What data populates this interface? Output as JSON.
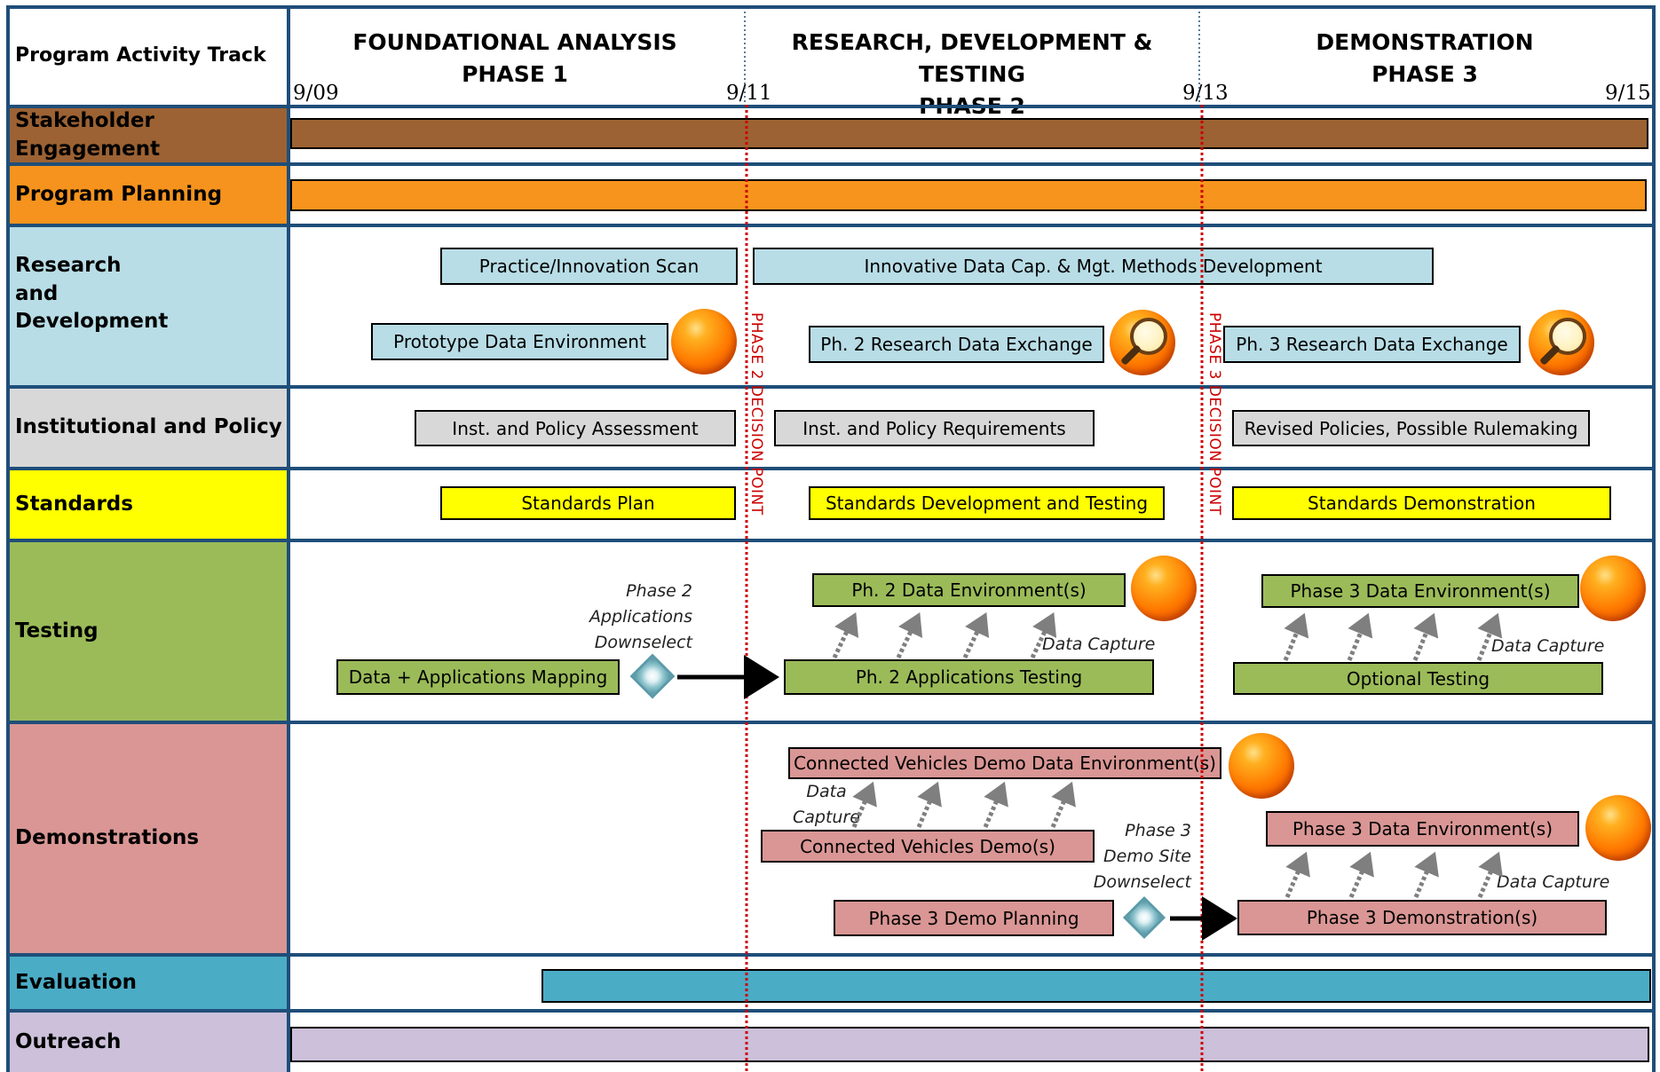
{
  "header": {
    "track_label": "Program Activity Track",
    "phases": [
      {
        "line1": "FOUNDATIONAL ANALYSIS",
        "line2": "PHASE 1"
      },
      {
        "line1": "RESEARCH, DEVELOPMENT & TESTING",
        "line2": "PHASE 2"
      },
      {
        "line1": "DEMONSTRATION",
        "line2": "PHASE 3"
      }
    ],
    "dates": [
      "9/09",
      "9/11",
      "9/13",
      "9/15"
    ]
  },
  "decision_points": [
    "PHASE 2 DECISION POINT",
    "PHASE 3 DECISION POINT"
  ],
  "tracks": [
    {
      "label": "Stakeholder Engagement",
      "color": "#9c6233"
    },
    {
      "label": "Program Planning",
      "color": "#f5931e"
    },
    {
      "label": "Research and Development",
      "color": "#b8dde6"
    },
    {
      "label": "Institutional and Policy",
      "color": "#d8d8d8"
    },
    {
      "label": "Standards",
      "color": "#ffff00"
    },
    {
      "label": "Testing",
      "color": "#9bbb59"
    },
    {
      "label": "Demonstrations",
      "color": "#d99694"
    },
    {
      "label": "Evaluation",
      "color": "#4bacc6"
    },
    {
      "label": "Outreach",
      "color": "#ccc0da"
    }
  ],
  "rd": {
    "practice_scan": "Practice/Innovation Scan",
    "innovative_methods": "Innovative Data Cap. & Mgt. Methods Development",
    "prototype_env": "Prototype Data Environment",
    "ph2_exchange": "Ph. 2 Research Data Exchange",
    "ph3_exchange": "Ph. 3 Research Data Exchange"
  },
  "policy": {
    "assessment": "Inst. and Policy Assessment",
    "requirements": "Inst. and Policy Requirements",
    "revised": "Revised Policies, Possible Rulemaking"
  },
  "standards": {
    "plan": "Standards Plan",
    "development": "Standards Development and Testing",
    "demonstration": "Standards Demonstration"
  },
  "testing": {
    "ph2_data_env": "Ph. 2  Data Environment(s)",
    "ph3_data_env": "Phase 3 Data Environment(s)",
    "mapping": "Data + Applications Mapping",
    "ph2_app_testing": "Ph. 2 Applications Testing",
    "optional_testing": "Optional Testing",
    "downselect_note": [
      "Phase 2",
      "Applications",
      "Downselect"
    ],
    "data_capture": "Data Capture"
  },
  "demos": {
    "cv_data_env": "Connected Vehicles Demo Data Environment(s)",
    "cv_demos": "Connected Vehicles Demo(s)",
    "ph3_planning": "Phase 3 Demo Planning",
    "ph3_data_env": "Phase 3 Data Environment(s)",
    "ph3_demos": "Phase 3 Demonstration(s)",
    "data_capture_left": [
      "Data",
      "Capture"
    ],
    "downselect_note": [
      "Phase 3",
      "Demo Site",
      "Downselect"
    ],
    "data_capture": "Data Capture"
  },
  "colors": {
    "frame": "#1f4e79",
    "rd_box": "#b8dde6",
    "policy_box": "#d8d8d8",
    "standards_box": "#ffff00",
    "testing_box": "#9bbb59",
    "demo_box": "#d99694",
    "evaluation_bar": "#4bacc6",
    "outreach_bar": "#ccc0da",
    "stakeholder_bar": "#9c6233",
    "planning_bar": "#f7941d",
    "decision_line": "#cc0000"
  }
}
